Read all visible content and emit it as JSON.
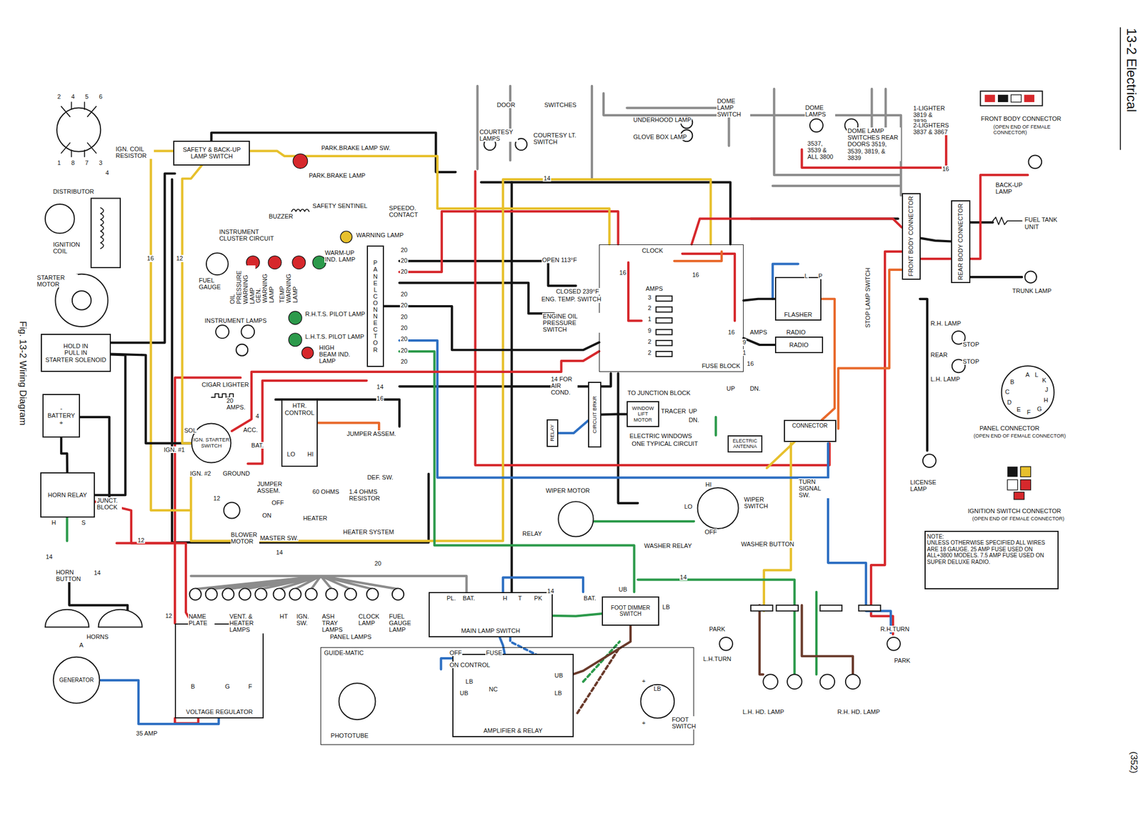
{
  "diagram": {
    "caption": "Fig. 13-2 Wiring Diagram",
    "nodes": [
      {
        "text": [
          "-",
          "BATTERY",
          "+"
        ]
      },
      {
        "text": [
          "HORN RELAY"
        ]
      },
      {
        "text": [
          "HOLD IN",
          "PULL IN",
          "STARTER SOLENOID"
        ]
      },
      {
        "text": [
          "SAFETY & BACK-UP LAMP SWITCH"
        ]
      },
      {
        "text": [
          "PANEL CONNECTOR"
        ]
      },
      {
        "text": [
          "IGN. STARTER SWITCH"
        ]
      },
      {
        "text": [
          "HTR. CONTROL"
        ]
      },
      {
        "text": [
          "FUSE BLOCK"
        ]
      },
      {
        "text": [
          "FLASHER"
        ]
      },
      {
        "text": [
          "RADIO"
        ]
      },
      {
        "text": [
          "FRONT BODY CONNECTOR"
        ]
      },
      {
        "text": [
          "REAR BODY CONNECTOR"
        ]
      },
      {
        "text": [
          "RELAY"
        ]
      },
      {
        "text": [
          "CIRCUIT BRKR"
        ]
      },
      {
        "text": [
          "WINDOW LIFT MOTOR"
        ]
      },
      {
        "text": [
          "ELECTRIC ANTENNA"
        ]
      },
      {
        "text": [
          "CONNECTOR"
        ]
      },
      {
        "text": [
          "MAIN LAMP SWITCH"
        ]
      },
      {
        "text": [
          "VOLTAGE REGULATOR"
        ]
      },
      {
        "text": [
          "GENERATOR"
        ]
      },
      {
        "text": [
          "GUIDE-MATIC"
        ]
      },
      {
        "text": [
          "AMPLIFIER & RELAY"
        ],
        "in": 20
      },
      {
        "text": [
          "FOOT DIMMER SWITCH"
        ]
      },
      {
        "text": [
          "NOTE:",
          "UNLESS OTHERWISE SPECIFIED ALL WIRES ARE 18 GAUGE. 25 AMP FUSE USED ON ALL+3800 MODELS. 7.5 AMP FUSE USED ON SUPER DELUXE RADIO."
        ]
      }
    ],
    "edges": [
      {
        "from": 0,
        "to": 1,
        "arrow": "none"
      },
      {
        "from": 1,
        "to": 2,
        "arrow": "none"
      },
      {
        "from": 2,
        "to": 5,
        "arrow": "none"
      },
      {
        "from": 5,
        "to": 3,
        "arrow": "none"
      },
      {
        "from": 5,
        "to": 7,
        "arrow": "none"
      },
      {
        "from": 4,
        "to": 7,
        "arrow": "none"
      },
      {
        "from": 7,
        "to": 8,
        "arrow": "none"
      },
      {
        "from": 7,
        "to": 10,
        "arrow": "none"
      },
      {
        "from": 10,
        "to": 11,
        "arrow": "none"
      },
      {
        "from": 8,
        "to": 16,
        "arrow": "none"
      },
      {
        "from": 17,
        "to": 22,
        "arrow": "none"
      },
      {
        "from": 18,
        "to": 19,
        "arrow": "none"
      },
      {
        "from": 1,
        "to": 18,
        "arrow": "none"
      },
      {
        "from": 13,
        "to": 14,
        "arrow": "none"
      },
      {
        "from": 12,
        "to": 13,
        "arrow": "none"
      },
      {
        "from": 21,
        "to": 17,
        "arrow": "none"
      },
      {
        "from": 22,
        "to": 21,
        "arrow": "none"
      },
      {
        "from": 7,
        "to": 9,
        "arrow": "none"
      }
    ],
    "labels": [
      "2",
      "4",
      "5",
      "6",
      "1",
      "8",
      "7",
      "3",
      "DISTRIBUTOR",
      "IGN. COIL RESISTOR",
      "4",
      "IGNITION COIL",
      "STARTER MOTOR",
      "16",
      "12",
      "PARK.BRAKE LAMP SW.",
      "PARK.BRAKE LAMP",
      "BUZZER",
      "SAFETY SENTINEL",
      "SPEEDO. CONTACT",
      "INSTRUMENT CLUSTER CIRCUIT",
      "WARNING LAMP",
      "WARM-UP IND. LAMP",
      "OIL PRESSURE WARNING LAMP",
      "GEN. WARNING LAMP",
      "TEMP WARNING LAMP",
      "FUEL GAUGE",
      "20",
      "20",
      "20",
      "20",
      "20",
      "20",
      "20",
      "20",
      "20",
      "20",
      "OPEN 113°F",
      "CLOSED 239°F",
      "ENG. TEMP. SWITCH",
      "ENGINE OIL PRESSURE SWITCH",
      "INSTRUMENT LAMPS",
      "R.H.T.S. PILOT LAMP",
      "L.H.T.S. PILOT LAMP",
      "HIGH BEAM IND. LAMP",
      "CIGAR LIGHTER",
      "20 AMPS.",
      "14",
      "16",
      "ACC.",
      "SOL",
      "BAT.",
      "IGN. #1",
      "IGN. #2",
      "GROUND",
      "4",
      "JUMPER ASSEM.",
      "LO",
      "HI",
      "JUMPER ASSEM.",
      "OFF",
      "ON",
      "BLOWER MOTOR",
      "MASTER SW.",
      "60 OHMS",
      "1.4 OHMS RESISTOR",
      "HEATER",
      "DEF. SW.",
      "HEATER SYSTEM",
      "12",
      "12",
      "JUNCT. BLOCK",
      "H",
      "S",
      "14",
      "HORN BUTTON",
      "14",
      "HORNS",
      "12",
      "14",
      "20",
      "NAME PLATE",
      "VENT. & HEATER LAMPS",
      "HT",
      "IGN. SW.",
      "ASH TRAY LAMPS",
      "CLOCK LAMP",
      "FUEL GAUGE LAMP",
      "PANEL LAMPS",
      "A",
      "35 AMP",
      "B",
      "G",
      "F",
      "PL.",
      "BAT.",
      "H",
      "T",
      "PK",
      "14",
      "UB",
      "BAT.",
      "LB",
      "14",
      "OFF",
      "FUSE",
      "ON CONTROL",
      "LB",
      "UB",
      "NC",
      "UB",
      "LB",
      "PHOTOTUBE",
      "+",
      "LB",
      "+",
      "FOOT SWITCH",
      "PARK",
      "L.H.TURN",
      "L.H. HD. LAMP",
      "R.H. HD. LAMP",
      "R.H.TURN",
      "PARK",
      "WIPER MOTOR",
      "RELAY",
      "HI",
      "LO",
      "WIPER SWITCH",
      "OFF",
      "WASHER RELAY",
      "WASHER BUTTON",
      "TURN SIGNAL SW.",
      "TO JUNCTION BLOCK",
      "TRACER",
      "UP",
      "DN.",
      "ELECTRIC WINDOWS",
      "ONE TYPICAL CIRCUIT",
      "UP",
      "DN.",
      "14 FOR AIR COND.",
      "CLOCK",
      "16",
      "16",
      "AMPS",
      "3",
      "2",
      "1",
      "9",
      "2",
      "2",
      "AMPS",
      "9",
      "1",
      "16",
      "16",
      "L",
      "P",
      "RADIO",
      "STOP LAMP SWITCH",
      "14",
      "DOOR",
      "SWITCHES",
      "COURTESY LAMPS",
      "COURTESY LT. SWITCH",
      "UNDERHOOD LAMP",
      "GLOVE BOX LAMP",
      "DOME LAMP SWITCH",
      "DOME LAMPS",
      "3537, 3539 & ALL 3800",
      "DOME LAMP SWITCHES REAR DOORS 3519, 3539, 3819, & 3839",
      "1-LIGHTER 3819 & 3839",
      "2-LIGHTERS 3837 & 3867",
      "16",
      "FRONT BODY CONNECTOR",
      "(OPEN END OF FEMALE CONNECTOR)",
      "BACK-UP LAMP",
      "FUEL TANK UNIT",
      "TRUNK LAMP",
      "R.H. LAMP",
      "STOP",
      "REAR",
      "STOP",
      "L.H. LAMP",
      "A",
      "B",
      "C",
      "D",
      "E",
      "F",
      "G",
      "H",
      "J",
      "K",
      "L",
      "PANEL CONNECTOR",
      "(OPEN END OF FEMALE CONNECTOR)",
      "LICENSE LAMP",
      "IGNITION SWITCH CONNECTOR",
      "(OPEN END OF FEMALE CONNECTOR)",
      "13-2 Electrical",
      "(352)"
    ]
  }
}
